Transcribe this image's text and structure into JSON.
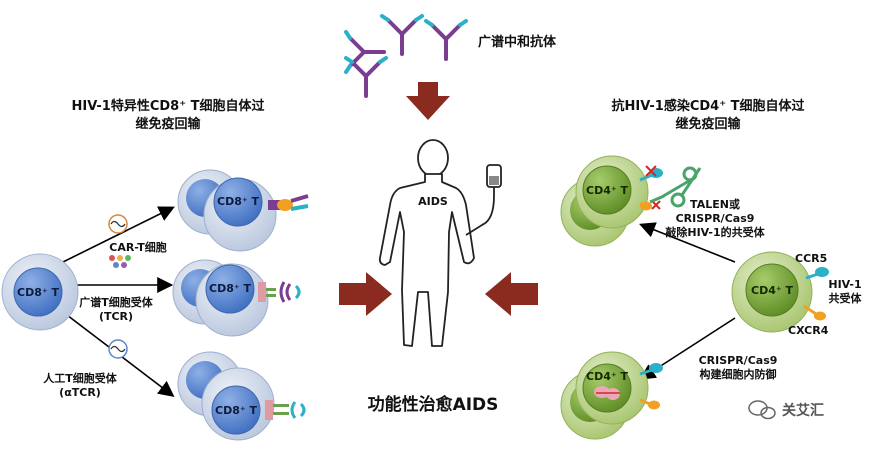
{
  "text": {
    "antibody_label": "广谱中和抗体",
    "left_title_line1": "HIV-1特异性CD8⁺ T细胞自体过",
    "left_title_line2": "继免疫回输",
    "right_title_line1": "抗HIV-1感染CD4⁺ T细胞自体过",
    "right_title_line2": "继免疫回输",
    "car_t": "CAR-T细胞",
    "tcr_line1": "广谱T细胞受体",
    "tcr_line2": "(TCR)",
    "atcr_line1": "人工T细胞受体",
    "atcr_line2": "(αTCR)",
    "talen_line1": "TALEN或",
    "talen_line2": "CRISPR/Cas9",
    "talen_line3": "敲除HIV-1的共受体",
    "crispr_line1": "CRISPR/Cas9",
    "crispr_line2": "构建细胞内防御",
    "ccr5": "CCR5",
    "cxcr4": "CXCR4",
    "coreceptor_line1": "HIV-1",
    "coreceptor_line2": "共受体",
    "aids_body": "AIDS",
    "cure_title": "功能性治愈AIDS",
    "cd8_t": "CD8⁺ T",
    "cd4_t": "CD4⁺ T",
    "watermark": "关艾汇"
  },
  "colors": {
    "cd8_outer": "#c7d3e6",
    "cd8_nucleus": "#5b86cf",
    "cd4_outer": "#b6cf82",
    "cd4_nucleus": "#7aa63c",
    "arrow": "#8b2a1e",
    "antibody_purple": "#7a3d8f",
    "antibody_teal": "#2bb0c8"
  }
}
